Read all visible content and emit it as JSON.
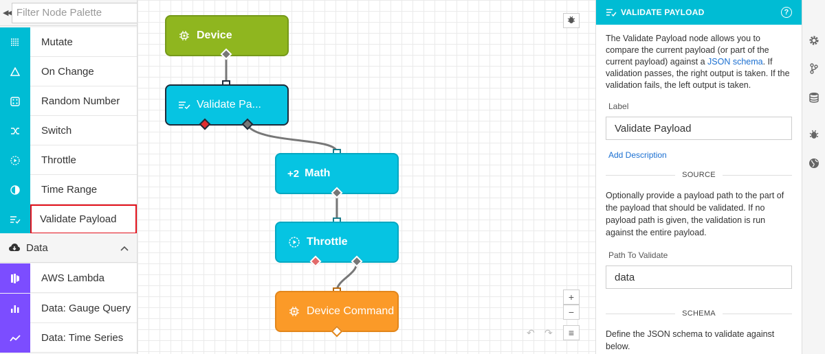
{
  "palette": {
    "collapse_icon": "double-chevron-left-icon",
    "filter_placeholder": "Filter Node Palette",
    "items": [
      {
        "label": "Mutate",
        "icon": "grid-dots-icon"
      },
      {
        "label": "On Change",
        "icon": "triangle-icon"
      },
      {
        "label": "Random Number",
        "icon": "dice-icon"
      },
      {
        "label": "Switch",
        "icon": "shuffle-icon"
      },
      {
        "label": "Throttle",
        "icon": "dashed-play-icon"
      },
      {
        "label": "Time Range",
        "icon": "half-circle-icon"
      },
      {
        "label": "Validate Payload",
        "icon": "list-check-icon"
      }
    ],
    "section": {
      "label": "Data",
      "icon": "cloud-download-icon",
      "chevron": "chevron-up-icon"
    },
    "data_items": [
      {
        "label": "AWS Lambda",
        "icon": "lambda-icon"
      },
      {
        "label": "Data: Gauge Query",
        "icon": "bar-chart-icon"
      },
      {
        "label": "Data: Time Series",
        "icon": "line-chart-icon"
      }
    ],
    "colors": {
      "cyan": "#00bcd4",
      "purple": "#7c4dff",
      "selected_border": "#e3101b"
    }
  },
  "canvas": {
    "nodes": [
      {
        "label": "Device",
        "icon": "chip-icon",
        "color": "#8fb61f"
      },
      {
        "label": "Validate Pa...",
        "icon": "list-check-icon",
        "color": "#06c4e2"
      },
      {
        "label": "Math",
        "icon_text": "+2",
        "color": "#06c4e2"
      },
      {
        "label": "Throttle",
        "icon": "dashed-play-icon",
        "color": "#06c4e2"
      },
      {
        "label": "Device Command",
        "icon": "chip-icon",
        "color": "#fb9a28"
      }
    ],
    "controls": {
      "debug": "bug-icon",
      "zoom_in": "+",
      "zoom_out": "−",
      "undo": "↶",
      "redo": "↷",
      "menu": "≡"
    }
  },
  "panel": {
    "title": "VALIDATE PAYLOAD",
    "intro_before_link": "The Validate Payload node allows you to compare the current payload (or part of the current payload) against a ",
    "intro_link": "JSON schema",
    "intro_after_link": ". If validation passes, the right output is taken. If the validation fails, the left output is taken.",
    "label_field": {
      "label": "Label",
      "value": "Validate Payload"
    },
    "add_description": "Add Description",
    "source": {
      "heading": "SOURCE",
      "text": "Optionally provide a payload path to the part of the payload that should be validated. If no payload path is given, the validation is run against the entire payload.",
      "path_label": "Path To Validate",
      "path_value": "data"
    },
    "schema": {
      "heading": "SCHEMA",
      "text": "Define the JSON schema to validate against below."
    },
    "accent": "#00bcd4"
  },
  "rail": {
    "icons": [
      "gear-icon",
      "branch-icon",
      "database-icon",
      "bug-icon",
      "globe-icon"
    ]
  }
}
